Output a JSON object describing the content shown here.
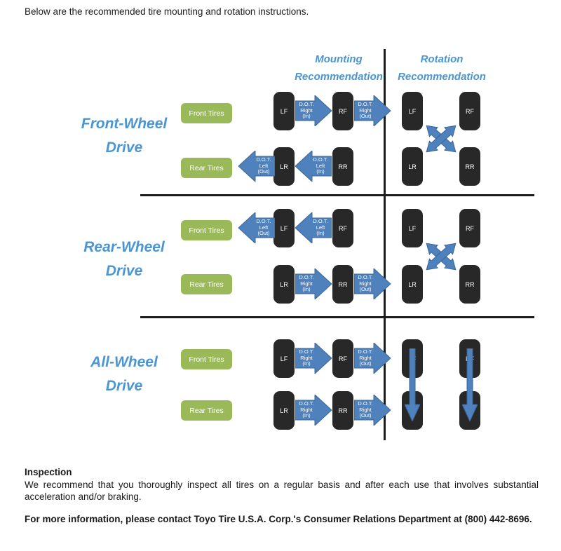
{
  "intro": "Below are the recommended tire mounting and rotation instructions.",
  "headers": {
    "mounting": {
      "line1": "Mounting",
      "line2": "Recommendation"
    },
    "rotation": {
      "line1": "Rotation",
      "line2": "Recommendation"
    }
  },
  "colors": {
    "heading_blue": "#4a96d2",
    "arrow_blue": "#4f81bd",
    "arrow_border": "#3a6496",
    "tire_black": "#282828",
    "button_green": "#9aba59",
    "line_black": "#1c1c1c"
  },
  "rows": {
    "fwd": {
      "label": {
        "line1": "Front-Wheel",
        "line2": "Drive"
      },
      "front_button": "Front Tires",
      "rear_button": "Rear Tires",
      "tires": {
        "lf": "LF",
        "rf": "RF",
        "lr": "LR",
        "rr": "RR"
      },
      "arrows": {
        "front_between": {
          "dir": "right",
          "l1": "D.O.T.",
          "l2": "Right",
          "l3": "(In)"
        },
        "front_after": {
          "dir": "right",
          "l1": "D.O.T.",
          "l2": "Right",
          "l3": "(Out)"
        },
        "rear_before": {
          "dir": "left",
          "l1": "D.O.T.",
          "l2": "Left",
          "l3": "(Out)"
        },
        "rear_between": {
          "dir": "left",
          "l1": "D.O.T.",
          "l2": "Left",
          "l3": "(In)"
        }
      },
      "rotation_pattern": "cross"
    },
    "rwd": {
      "label": {
        "line1": "Rear-Wheel",
        "line2": "Drive"
      },
      "front_button": "Front Tires",
      "rear_button": "Rear Tires",
      "tires": {
        "lf": "LF",
        "rf": "RF",
        "lr": "LR",
        "rr": "RR"
      },
      "arrows": {
        "front_before": {
          "dir": "left",
          "l1": "D.O.T.",
          "l2": "Left",
          "l3": "(Out)"
        },
        "front_between": {
          "dir": "left",
          "l1": "D.O.T.",
          "l2": "Left",
          "l3": "(In)"
        },
        "rear_between": {
          "dir": "right",
          "l1": "D.O.T.",
          "l2": "Right",
          "l3": "(In)"
        },
        "rear_after": {
          "dir": "right",
          "l1": "D.O.T.",
          "l2": "Right",
          "l3": "(Out)"
        }
      },
      "rotation_pattern": "cross"
    },
    "awd": {
      "label": {
        "line1": "All-Wheel",
        "line2": "Drive"
      },
      "front_button": "Front Tires",
      "rear_button": "Rear Tires",
      "tires": {
        "lf": "LF",
        "rf": "RF",
        "lr": "LR",
        "rr": "RR"
      },
      "arrows": {
        "front_between": {
          "dir": "right",
          "l1": "D.O.T.",
          "l2": "Right",
          "l3": "(In)"
        },
        "front_after": {
          "dir": "right",
          "l1": "D.O.T.",
          "l2": "Right",
          "l3": "(Out)"
        },
        "rear_between": {
          "dir": "right",
          "l1": "D.O.T.",
          "l2": "Right",
          "l3": "(In)"
        },
        "rear_after": {
          "dir": "right",
          "l1": "D.O.T.",
          "l2": "Right",
          "l3": "(Out)"
        }
      },
      "rotation_pattern": "front-to-rear"
    }
  },
  "footer": {
    "inspection_title": "Inspection",
    "inspection_body": "We recommend that you thoroughly inspect all tires on a regular basis and after each use that involves substantial acceleration and/or braking.",
    "contact": "For more information, please contact Toyo Tire U.S.A. Corp.'s Consumer Relations Department at (800) 442-8696."
  }
}
